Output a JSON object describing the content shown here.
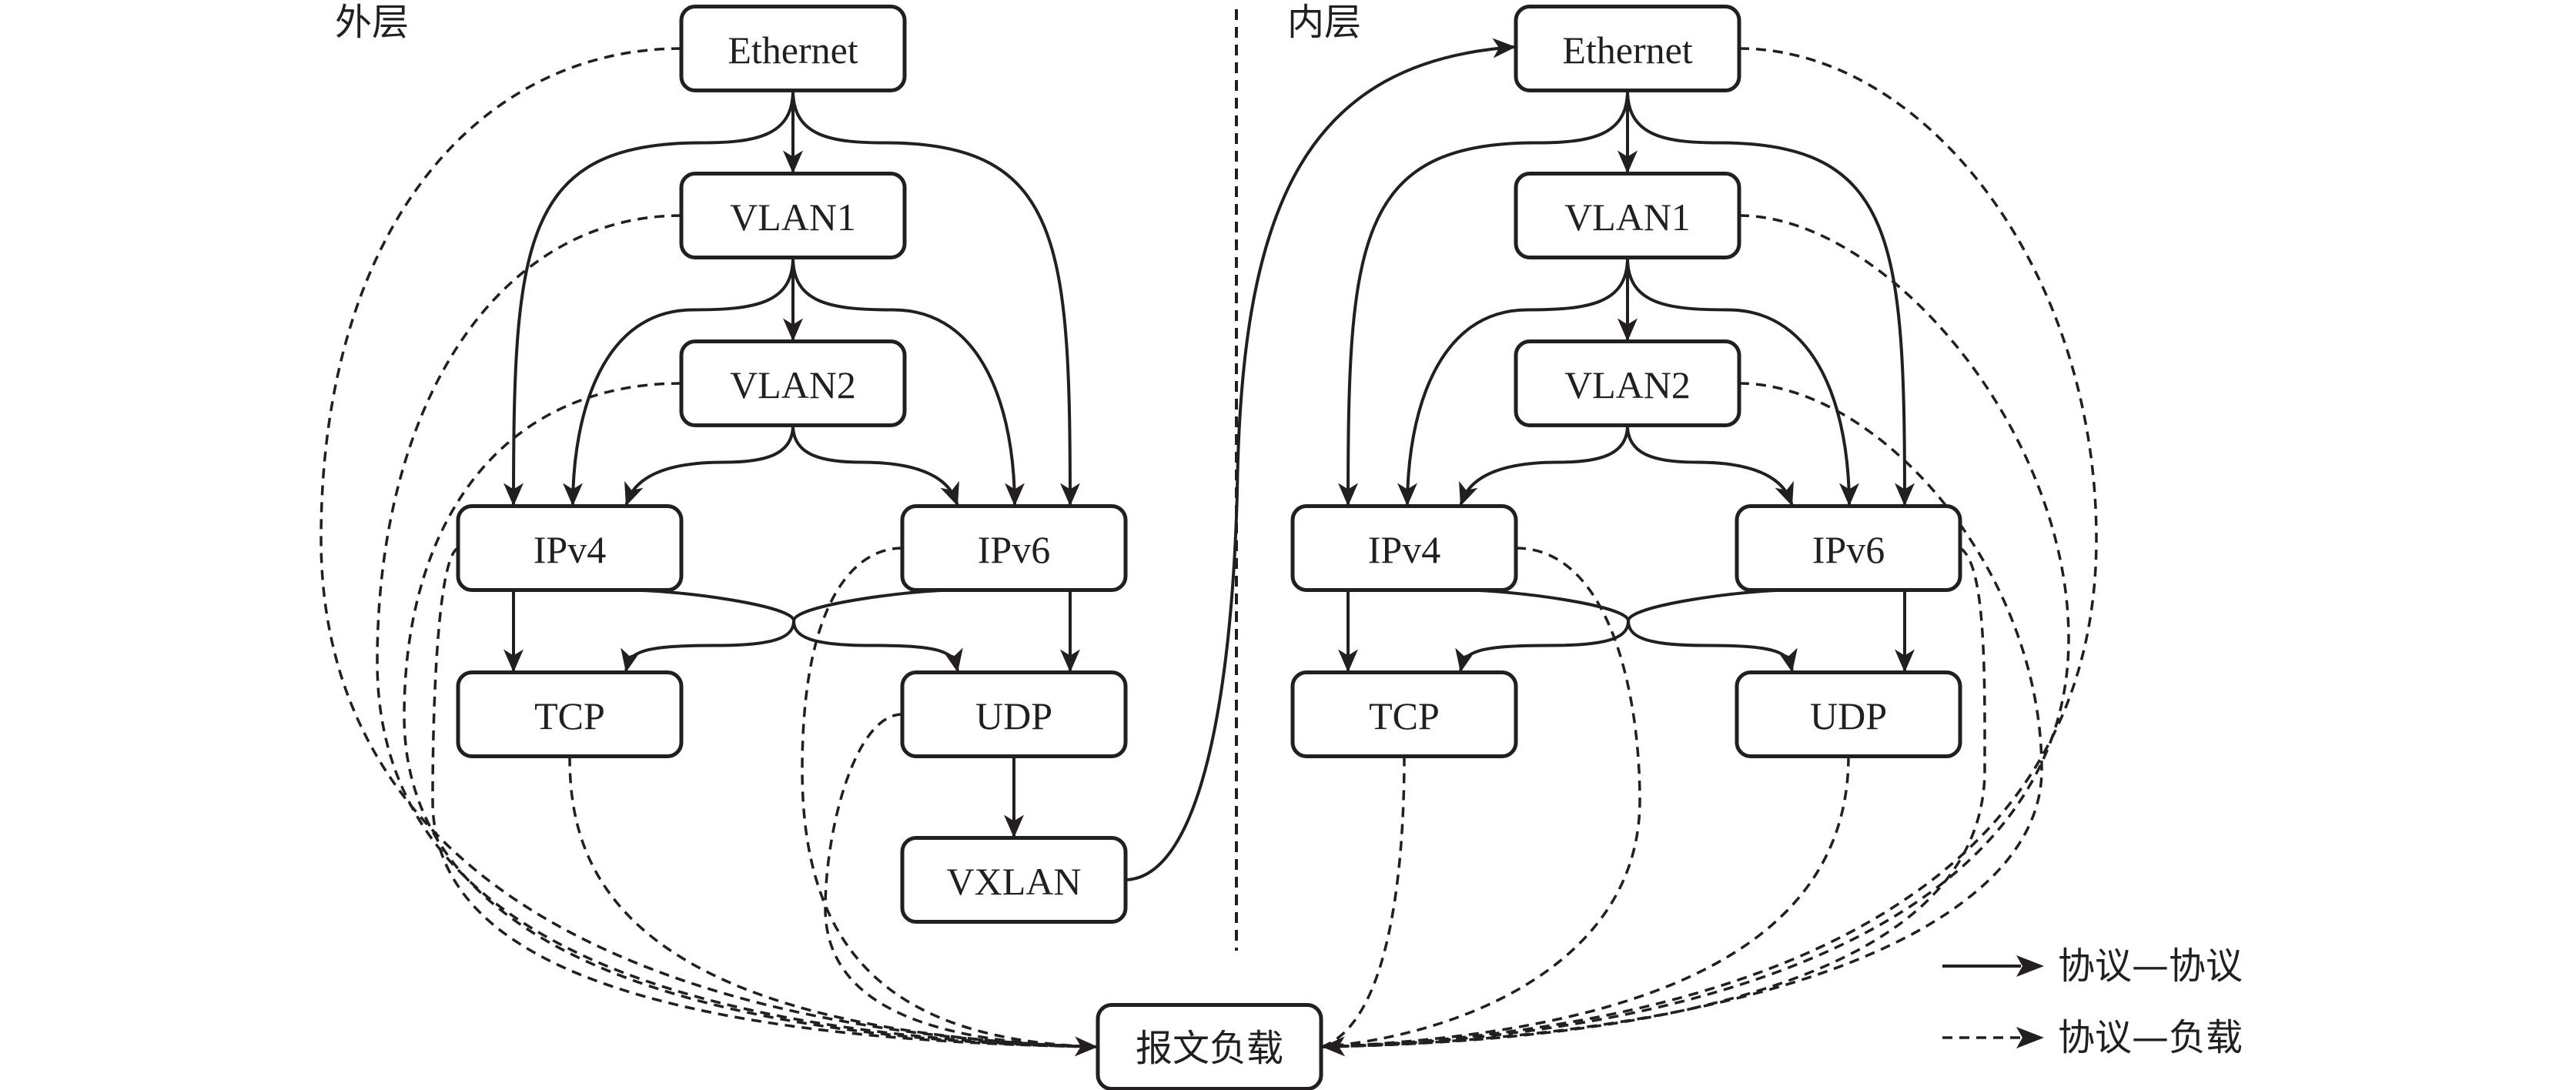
{
  "layers": {
    "outer_label": "外层",
    "inner_label": "内层"
  },
  "nodes": [
    {
      "id": "outer-ethernet",
      "label": "Ethernet",
      "layer": "outer"
    },
    {
      "id": "outer-vlan1",
      "label": "VLAN1",
      "layer": "outer"
    },
    {
      "id": "outer-vlan2",
      "label": "VLAN2",
      "layer": "outer"
    },
    {
      "id": "outer-ipv4",
      "label": "IPv4",
      "layer": "outer"
    },
    {
      "id": "outer-ipv6",
      "label": "IPv6",
      "layer": "outer"
    },
    {
      "id": "outer-tcp",
      "label": "TCP",
      "layer": "outer"
    },
    {
      "id": "outer-udp",
      "label": "UDP",
      "layer": "outer"
    },
    {
      "id": "outer-vxlan",
      "label": "VXLAN",
      "layer": "outer"
    },
    {
      "id": "inner-ethernet",
      "label": "Ethernet",
      "layer": "inner"
    },
    {
      "id": "inner-vlan1",
      "label": "VLAN1",
      "layer": "inner"
    },
    {
      "id": "inner-vlan2",
      "label": "VLAN2",
      "layer": "inner"
    },
    {
      "id": "inner-ipv4",
      "label": "IPv4",
      "layer": "inner"
    },
    {
      "id": "inner-ipv6",
      "label": "IPv6",
      "layer": "inner"
    },
    {
      "id": "inner-tcp",
      "label": "TCP",
      "layer": "inner"
    },
    {
      "id": "inner-udp",
      "label": "UDP",
      "layer": "inner"
    },
    {
      "id": "payload",
      "label": "报文负载",
      "layer": "shared"
    }
  ],
  "edges": [
    {
      "from": "outer-ethernet",
      "to": "outer-vlan1",
      "type": "protocol"
    },
    {
      "from": "outer-ethernet",
      "to": "outer-ipv4",
      "type": "protocol"
    },
    {
      "from": "outer-ethernet",
      "to": "outer-ipv6",
      "type": "protocol"
    },
    {
      "from": "outer-vlan1",
      "to": "outer-vlan2",
      "type": "protocol"
    },
    {
      "from": "outer-vlan1",
      "to": "outer-ipv4",
      "type": "protocol"
    },
    {
      "from": "outer-vlan1",
      "to": "outer-ipv6",
      "type": "protocol"
    },
    {
      "from": "outer-vlan2",
      "to": "outer-ipv4",
      "type": "protocol"
    },
    {
      "from": "outer-vlan2",
      "to": "outer-ipv6",
      "type": "protocol"
    },
    {
      "from": "outer-ipv4",
      "to": "outer-tcp",
      "type": "protocol"
    },
    {
      "from": "outer-ipv4",
      "to": "outer-udp",
      "type": "protocol"
    },
    {
      "from": "outer-ipv6",
      "to": "outer-tcp",
      "type": "protocol"
    },
    {
      "from": "outer-ipv6",
      "to": "outer-udp",
      "type": "protocol"
    },
    {
      "from": "outer-udp",
      "to": "outer-vxlan",
      "type": "protocol"
    },
    {
      "from": "outer-vxlan",
      "to": "inner-ethernet",
      "type": "protocol"
    },
    {
      "from": "outer-ethernet",
      "to": "payload",
      "type": "payload"
    },
    {
      "from": "outer-vlan1",
      "to": "payload",
      "type": "payload"
    },
    {
      "from": "outer-vlan2",
      "to": "payload",
      "type": "payload"
    },
    {
      "from": "outer-ipv4",
      "to": "payload",
      "type": "payload"
    },
    {
      "from": "outer-ipv6",
      "to": "payload",
      "type": "payload"
    },
    {
      "from": "outer-tcp",
      "to": "payload",
      "type": "payload"
    },
    {
      "from": "outer-udp",
      "to": "payload",
      "type": "payload"
    },
    {
      "from": "inner-ethernet",
      "to": "inner-vlan1",
      "type": "protocol"
    },
    {
      "from": "inner-ethernet",
      "to": "inner-ipv4",
      "type": "protocol"
    },
    {
      "from": "inner-ethernet",
      "to": "inner-ipv6",
      "type": "protocol"
    },
    {
      "from": "inner-vlan1",
      "to": "inner-vlan2",
      "type": "protocol"
    },
    {
      "from": "inner-vlan1",
      "to": "inner-ipv4",
      "type": "protocol"
    },
    {
      "from": "inner-vlan1",
      "to": "inner-ipv6",
      "type": "protocol"
    },
    {
      "from": "inner-vlan2",
      "to": "inner-ipv4",
      "type": "protocol"
    },
    {
      "from": "inner-vlan2",
      "to": "inner-ipv6",
      "type": "protocol"
    },
    {
      "from": "inner-ipv4",
      "to": "inner-tcp",
      "type": "protocol"
    },
    {
      "from": "inner-ipv4",
      "to": "inner-udp",
      "type": "protocol"
    },
    {
      "from": "inner-ipv6",
      "to": "inner-tcp",
      "type": "protocol"
    },
    {
      "from": "inner-ipv6",
      "to": "inner-udp",
      "type": "protocol"
    },
    {
      "from": "inner-ethernet",
      "to": "payload",
      "type": "payload"
    },
    {
      "from": "inner-vlan1",
      "to": "payload",
      "type": "payload"
    },
    {
      "from": "inner-vlan2",
      "to": "payload",
      "type": "payload"
    },
    {
      "from": "inner-ipv4",
      "to": "payload",
      "type": "payload"
    },
    {
      "from": "inner-ipv6",
      "to": "payload",
      "type": "payload"
    },
    {
      "from": "inner-tcp",
      "to": "payload",
      "type": "payload"
    },
    {
      "from": "inner-udp",
      "to": "payload",
      "type": "payload"
    }
  ],
  "legend": {
    "protocol_to_protocol": "协议—协议",
    "protocol_to_payload": "协议—负载"
  },
  "colors": {
    "stroke": "#231f20",
    "background": "#ffffff"
  }
}
